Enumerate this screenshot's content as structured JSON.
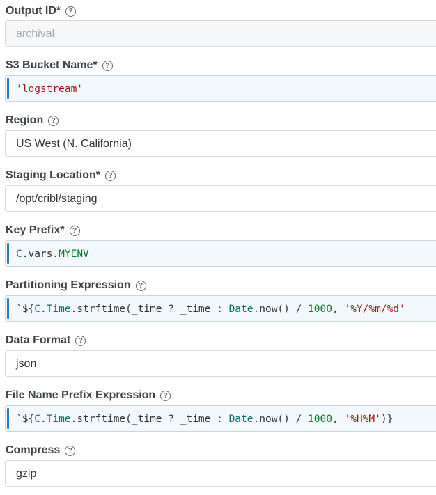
{
  "fields": [
    {
      "label": "Output ID*",
      "value": "archival",
      "kind": "readonly"
    },
    {
      "label": "S3 Bucket Name*",
      "kind": "code",
      "tokens": [
        {
          "t": "'logstream'",
          "c": "str"
        }
      ]
    },
    {
      "label": "Region",
      "value": "US West (N. California)",
      "kind": "select"
    },
    {
      "label": "Staging Location*",
      "value": "/opt/cribl/staging",
      "kind": "text"
    },
    {
      "label": "Key Prefix*",
      "kind": "code",
      "tokens": [
        {
          "t": "C",
          "c": "var"
        },
        {
          "t": ".vars.",
          "c": ""
        },
        {
          "t": "MYENV",
          "c": "num"
        }
      ]
    },
    {
      "label": "Partitioning Expression",
      "kind": "code",
      "tokens": [
        {
          "t": "`${",
          "c": ""
        },
        {
          "t": "C",
          "c": "var"
        },
        {
          "t": ".",
          "c": ""
        },
        {
          "t": "Time",
          "c": "var"
        },
        {
          "t": ".strftime(_time ? _time : ",
          "c": ""
        },
        {
          "t": "Date",
          "c": "var"
        },
        {
          "t": ".now() / ",
          "c": ""
        },
        {
          "t": "1000",
          "c": "num"
        },
        {
          "t": ", ",
          "c": ""
        },
        {
          "t": "'%Y/%m/%d'",
          "c": "str"
        }
      ]
    },
    {
      "label": "Data Format",
      "value": "json",
      "kind": "select"
    },
    {
      "label": "File Name Prefix Expression",
      "kind": "code",
      "tokens": [
        {
          "t": "`${",
          "c": ""
        },
        {
          "t": "C",
          "c": "var"
        },
        {
          "t": ".",
          "c": ""
        },
        {
          "t": "Time",
          "c": "var"
        },
        {
          "t": ".strftime(_time ? _time : ",
          "c": ""
        },
        {
          "t": "Date",
          "c": "var"
        },
        {
          "t": ".now() / ",
          "c": ""
        },
        {
          "t": "1000",
          "c": "num"
        },
        {
          "t": ", ",
          "c": ""
        },
        {
          "t": "'%H%M'",
          "c": "str"
        },
        {
          "t": ")}",
          "c": ""
        }
      ]
    },
    {
      "label": "Compress",
      "value": "gzip",
      "kind": "select"
    }
  ],
  "help_glyph": "?"
}
